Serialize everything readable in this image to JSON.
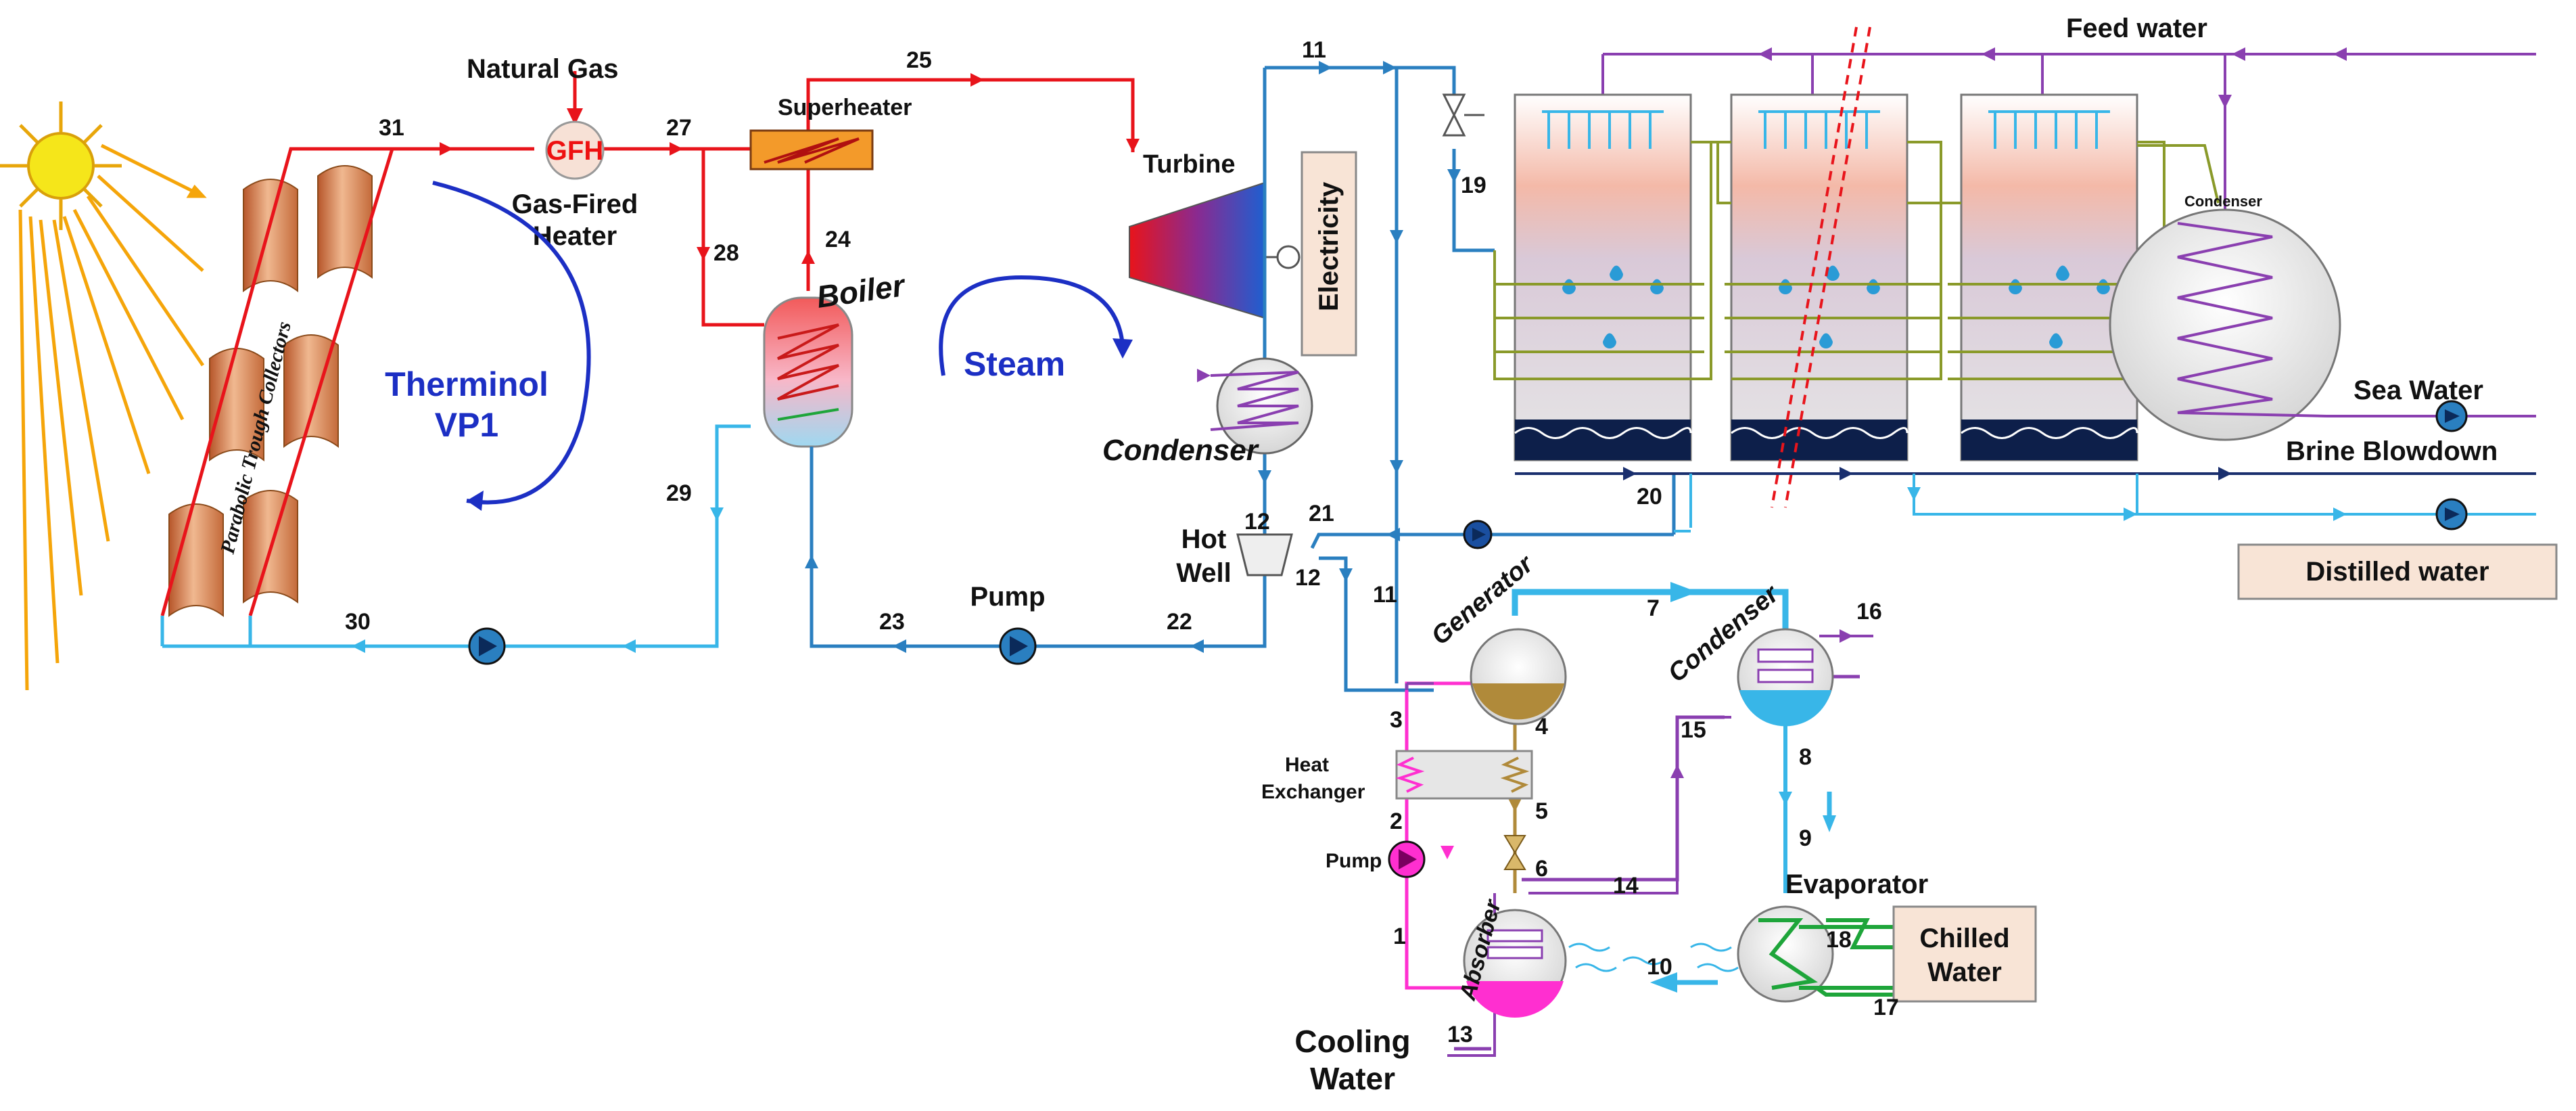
{
  "title": "",
  "labels": {
    "natural_gas": "Natural Gas",
    "gfh": "GFH",
    "gas_fired_heater_1": "Gas-Fired",
    "gas_fired_heater_2": "Heater",
    "superheater": "Superheater",
    "boiler": "Boiler",
    "turbine": "Turbine",
    "electricity": "Electricity",
    "steam": "Steam",
    "thermal_oil_1": "Therminol",
    "thermal_oil_2": "VP1",
    "collectors": "Parabolic Trough Collectors",
    "condenser_power": "Condenser",
    "hot_well_1": "Hot",
    "hot_well_2": "Well",
    "pump_main": "Pump",
    "feed_water": "Feed water",
    "med_condenser": "Condenser",
    "sea_water": "Sea Water",
    "brine_blowdown": "Brine Blowdown",
    "distilled_water": "Distilled water",
    "generator": "Generator",
    "abs_condenser": "Condenser",
    "heat_exchanger_1": "Heat",
    "heat_exchanger_2": "Exchanger",
    "pump_abs": "Pump",
    "absorber": "Absorber",
    "evaporator": "Evaporator",
    "chilled_water_1": "Chilled",
    "chilled_water_2": "Water",
    "cooling_water_1": "Cooling",
    "cooling_water_2": "Water"
  },
  "state_points": {
    "p1": "1",
    "p2": "2",
    "p3": "3",
    "p4": "4",
    "p5": "5",
    "p6": "6",
    "p7": "7",
    "p8": "8",
    "p9": "9",
    "p10": "10",
    "p11a": "11",
    "p11b": "11",
    "p12a": "12",
    "p12b": "12",
    "p13": "13",
    "p14": "14",
    "p15": "15",
    "p16": "16",
    "p17": "17",
    "p18": "18",
    "p19": "19",
    "p20": "20",
    "p21": "21",
    "p22": "22",
    "p23": "23",
    "p24": "24",
    "p25": "25",
    "p27": "27",
    "p28": "28",
    "p29": "29",
    "p30": "30",
    "p31": "31"
  },
  "colors": {
    "oil_hot": "#e8141b",
    "oil_cold": "#38b6e8",
    "steam": "#2a7fc0",
    "purple": "#8a3fb0",
    "olive": "#8a9a2a",
    "navy": "#1a2f6e",
    "magenta": "#ff2fd0",
    "brown": "#b08a3a",
    "green": "#1ea53a",
    "sun": "#f5e61a",
    "ray": "#f5a50a"
  }
}
